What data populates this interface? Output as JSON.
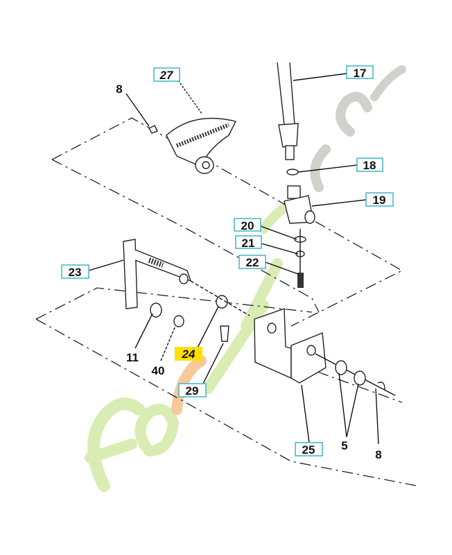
{
  "diagram": {
    "title": "Parts exploded view",
    "boxed_labels": [
      "27",
      "17",
      "18",
      "19",
      "20",
      "21",
      "22",
      "23",
      "25",
      "29"
    ],
    "highlighted_label": "24",
    "plain_labels": [
      "8",
      "11",
      "40",
      "5",
      "8"
    ],
    "highlight_color": "#ffe000",
    "box_color": "#3bb6c8"
  },
  "watermark": {
    "text": "forestier.com",
    "colors": [
      "#c8e39a",
      "#f5c08a",
      "#c9c6c0"
    ]
  }
}
